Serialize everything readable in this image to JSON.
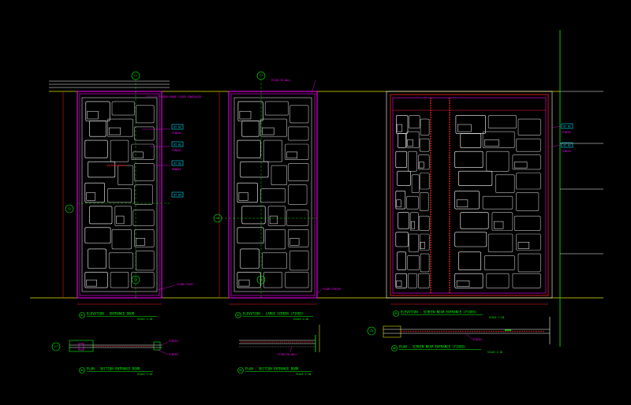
{
  "colors": {
    "background": "#000000",
    "frame": "#ff00ff",
    "pattern": "#e8e8e8",
    "annotation": "#ff00ff",
    "grid_bubble": "#00ff00",
    "tag": "#00e5ff",
    "floor_line": "#e0e000",
    "dimension": "#ff2020",
    "wall_line": "#00ff00"
  },
  "drawing_titles": [
    {
      "number": "01",
      "text": "ELEVATION - ENTRANCE DOOR",
      "scale": "SCALE 1:10"
    },
    {
      "number": "02",
      "text": "ELEVATION - LARGE SCREEN (FIXED)",
      "scale": "SCALE 1:10"
    },
    {
      "number": "03",
      "text": "ELEVATION - SCREEN NEAR ENTRANCE (FIXED)",
      "scale": "SCALE 1:10"
    },
    {
      "number": "04",
      "text": "PLAN - SECTION ENTRANCE DOOR",
      "scale": "SCALE 1:10"
    },
    {
      "number": "05",
      "text": "PLAN - SECTION ENTRANCE DOOR",
      "scale": "SCALE 1:10"
    },
    {
      "number": "06",
      "text": "PLAN - SCREEN NEAR ENTRANCE (FIXED)",
      "scale": "SCALE 1:10"
    }
  ],
  "grid_bubbles": [
    {
      "label": "C1"
    },
    {
      "label": "C2"
    },
    {
      "label": "C3"
    },
    {
      "label": "C4"
    },
    {
      "label": "C5"
    },
    {
      "label": "C6"
    },
    {
      "label": "C7"
    },
    {
      "label": "C8"
    }
  ],
  "tags": [
    {
      "label": "GT 01"
    },
    {
      "label": "GT 02"
    },
    {
      "label": "GT 03"
    },
    {
      "label": "GT 04"
    },
    {
      "label": "GT 01"
    },
    {
      "label": "GT 02"
    }
  ],
  "notes": [
    "DOOR HINGE FIXED CONCEALED",
    "FINISH",
    "FINISH",
    "HANDLE",
    "FLOOR PIVOT",
    "FIXED TO WALL",
    "FLOOR FINISH",
    "FINISH",
    "FINISH",
    "FIXED TO WALL",
    "FINISH",
    "FINISH",
    "FINISH"
  ]
}
